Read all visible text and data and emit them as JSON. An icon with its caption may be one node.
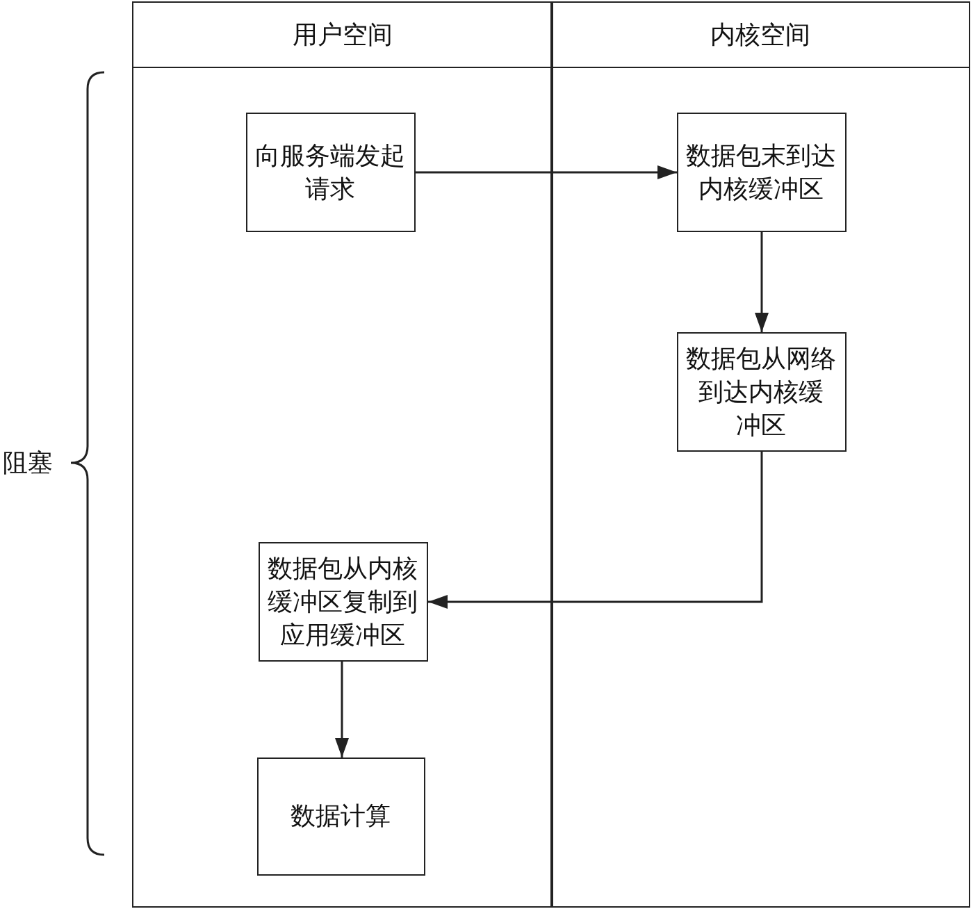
{
  "diagram": {
    "nodes": [
      {
        "text": [
          "用户空间"
        ]
      },
      {
        "text": [
          "内核空间"
        ]
      },
      {
        "text": [
          "向服务端发起请求"
        ],
        "in": 0
      },
      {
        "text": [
          "数据包末到达内核缓冲区"
        ],
        "in": 1
      },
      {
        "text": [
          "数据包从网络到达内核缓冲区"
        ],
        "in": 1
      },
      {
        "text": [
          "数据包从内核缓冲区复制到应用缓冲区"
        ],
        "in": 0
      },
      {
        "text": [
          "数据计算"
        ],
        "in": 0
      }
    ],
    "edges": [
      {
        "from": 2,
        "to": 3,
        "arrow": "to"
      },
      {
        "from": 3,
        "to": 4,
        "arrow": "to"
      },
      {
        "from": 4,
        "to": 5,
        "arrow": "to"
      },
      {
        "from": 5,
        "to": 6,
        "arrow": "to"
      }
    ],
    "labels": [
      "阻塞"
    ]
  }
}
